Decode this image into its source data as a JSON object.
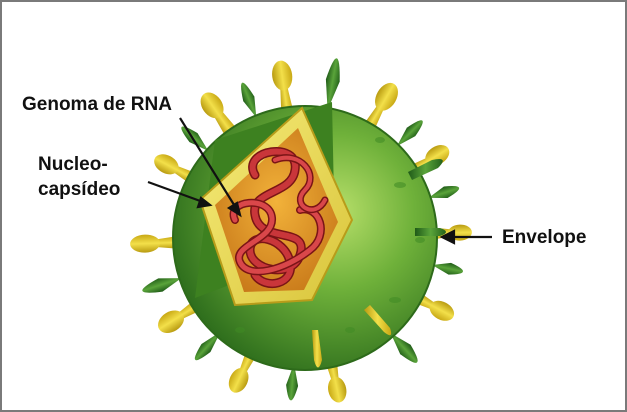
{
  "labels": {
    "genome": "Genoma de RNA",
    "nucleocapsid_line1": "Nucleo-",
    "nucleocapsid_line2": "capsídeo",
    "envelope": "Envelope"
  },
  "colors": {
    "envelope_green": "#4f9a2a",
    "envelope_light": "#9ccc5a",
    "capsid_yellow": "#f1e060",
    "interior_orange": "#e79b2a",
    "rna_red": "#b8262a",
    "spike_yellow": "#e6cf2a",
    "spike_green": "#2f7a24"
  }
}
